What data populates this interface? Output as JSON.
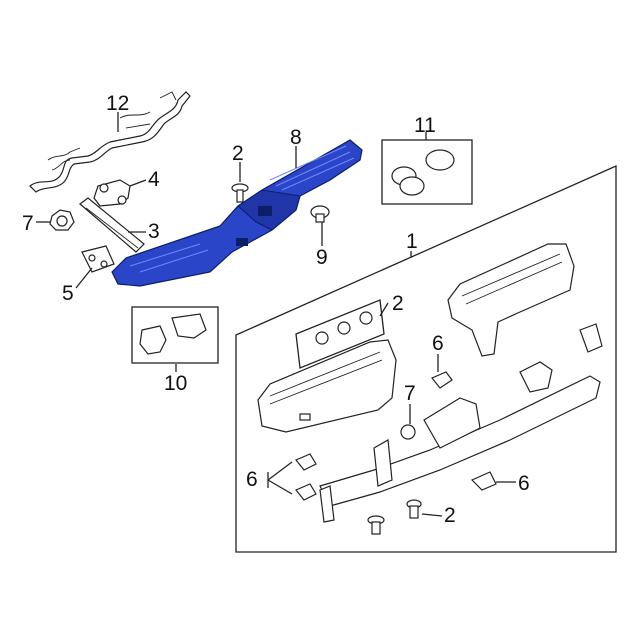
{
  "callouts": {
    "c12": "12",
    "c8": "8",
    "c2_top": "2",
    "c11": "11",
    "c4": "4",
    "c7_left": "7",
    "c3": "3",
    "c9": "9",
    "c1": "1",
    "c5": "5",
    "c2_mid": "2",
    "c10": "10",
    "c6_right_top": "6",
    "c7_mid": "7",
    "c6_left": "6",
    "c6_right": "6",
    "c2_bottom": "2"
  },
  "colors": {
    "highlight_part": "#2b45c8",
    "line": "#222222"
  }
}
